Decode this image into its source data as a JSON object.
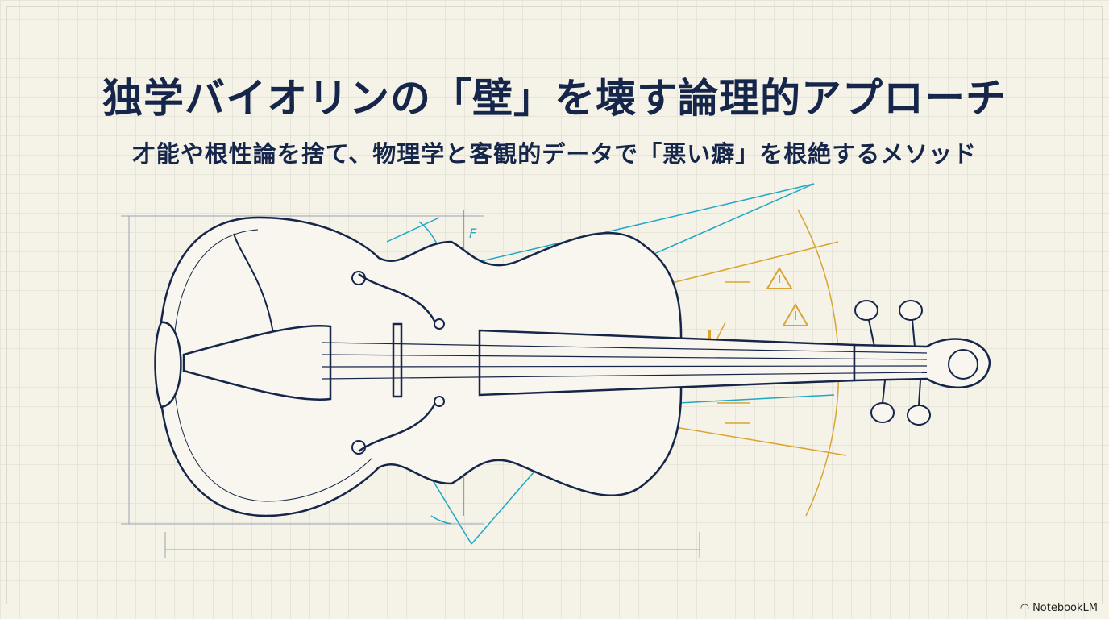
{
  "slide": {
    "title": "独学バイオリンの「壁」を壊す論理的アプローチ",
    "subtitle": "才能や根性論を捨て、物理学と客観的データで「悪い癖」を根絶するメソッド"
  },
  "diagram": {
    "force_label": "F",
    "warning_icon": "warning-triangle-icon"
  },
  "branding": {
    "name": "NotebookLM",
    "icon": "notebooklm-logo-icon"
  },
  "colors": {
    "navy": "#16264a",
    "cyan": "#1fa8c4",
    "gold": "#d9a530",
    "background": "#f5f2e8"
  }
}
